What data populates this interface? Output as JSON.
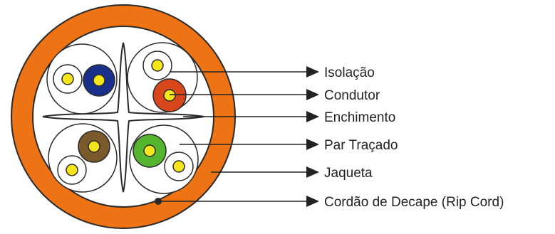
{
  "colors": {
    "jacket": "#ee7314",
    "outline": "#2a2a2a",
    "filler": "#ffffff",
    "conductor": "#f5e51c",
    "blue_insulation": "#1a2f8a",
    "orange_insulation": "#d8471b",
    "brown_insulation": "#7a5a2a",
    "green_insulation": "#55b52e",
    "white_insulation": "#ffffff",
    "leader_line": "#222222",
    "rip_cord": "#2a2a2a"
  },
  "labels": [
    {
      "id": "isolacao",
      "text": "Isolação"
    },
    {
      "id": "condutor",
      "text": "Condutor"
    },
    {
      "id": "enchimento",
      "text": "Enchimento"
    },
    {
      "id": "par-tracado",
      "text": "Par Traçado"
    },
    {
      "id": "jaqueta",
      "text": "Jaqueta"
    },
    {
      "id": "cordao",
      "text": "Cordão de Decape (Rip Cord)"
    }
  ],
  "pairs": [
    {
      "id": "blue-pair",
      "colored": "blue_insulation",
      "icon": "twisted-pair-icon"
    },
    {
      "id": "orange-pair",
      "colored": "orange_insulation",
      "icon": "twisted-pair-icon"
    },
    {
      "id": "brown-pair",
      "colored": "brown_insulation",
      "icon": "twisted-pair-icon"
    },
    {
      "id": "green-pair",
      "colored": "green_insulation",
      "icon": "twisted-pair-icon"
    }
  ]
}
